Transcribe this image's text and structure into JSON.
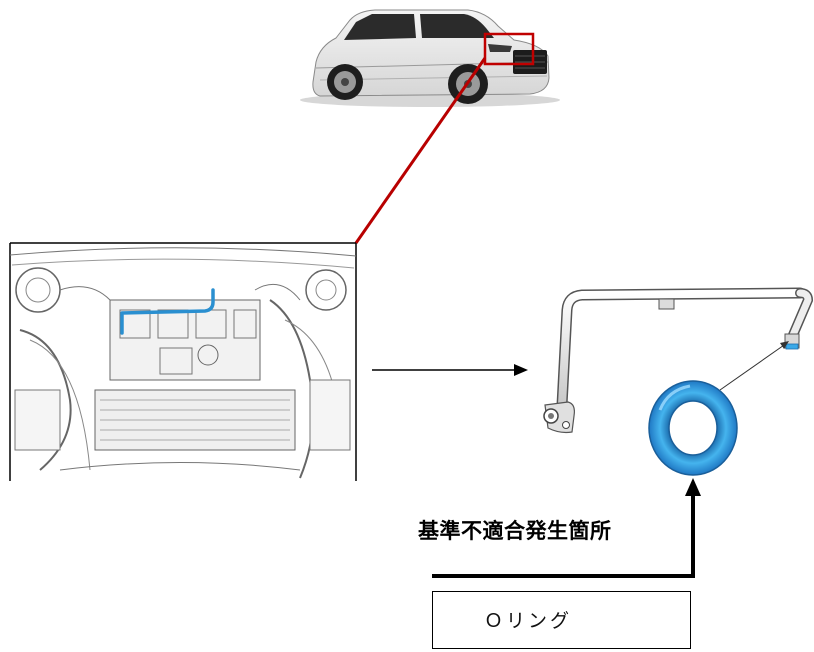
{
  "labels": {
    "defect_location": "基準不適合発生箇所",
    "part_name": "Ｏリング"
  },
  "icons": {
    "vehicle": "suv-car-icon",
    "engine_bay": "engine-bay-illustration",
    "pipe": "coolant-pipe-illustration",
    "o_ring": "o-ring-icon"
  },
  "colors": {
    "highlight_box": "#c00000",
    "leader_line": "#b80000",
    "o_ring": "#3aa9e8",
    "o_ring_dark": "#1d6fb0",
    "pipe_highlight": "#2a8fd0",
    "arrow": "#000000"
  }
}
